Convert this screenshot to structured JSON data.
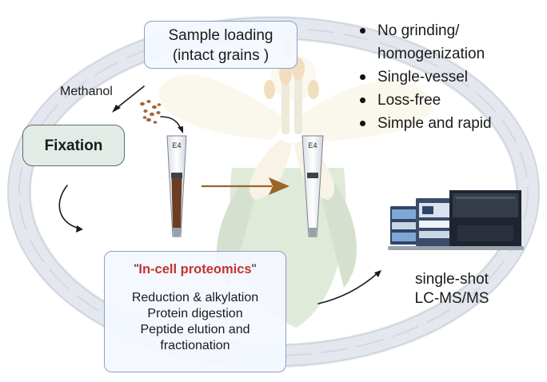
{
  "sample_loading": {
    "line1": "Sample loading",
    "line2": "(intact grains )"
  },
  "methanol": "Methanol",
  "fixation": "Fixation",
  "tip_label_left": "E4",
  "tip_label_right": "E4",
  "features": [
    "No grinding/",
    "homogenization",
    "Single-vessel",
    "Loss-free",
    "Simple and rapid"
  ],
  "in_cell": {
    "quote_open": "\"",
    "title": "In-cell proteomics",
    "quote_close": "\"",
    "steps": [
      "Reduction & alkylation",
      "Protein digestion",
      "Peptide elution and",
      "fractionation"
    ]
  },
  "instrument": {
    "line1": "single-shot",
    "line2": "LC-MS/MS"
  }
}
